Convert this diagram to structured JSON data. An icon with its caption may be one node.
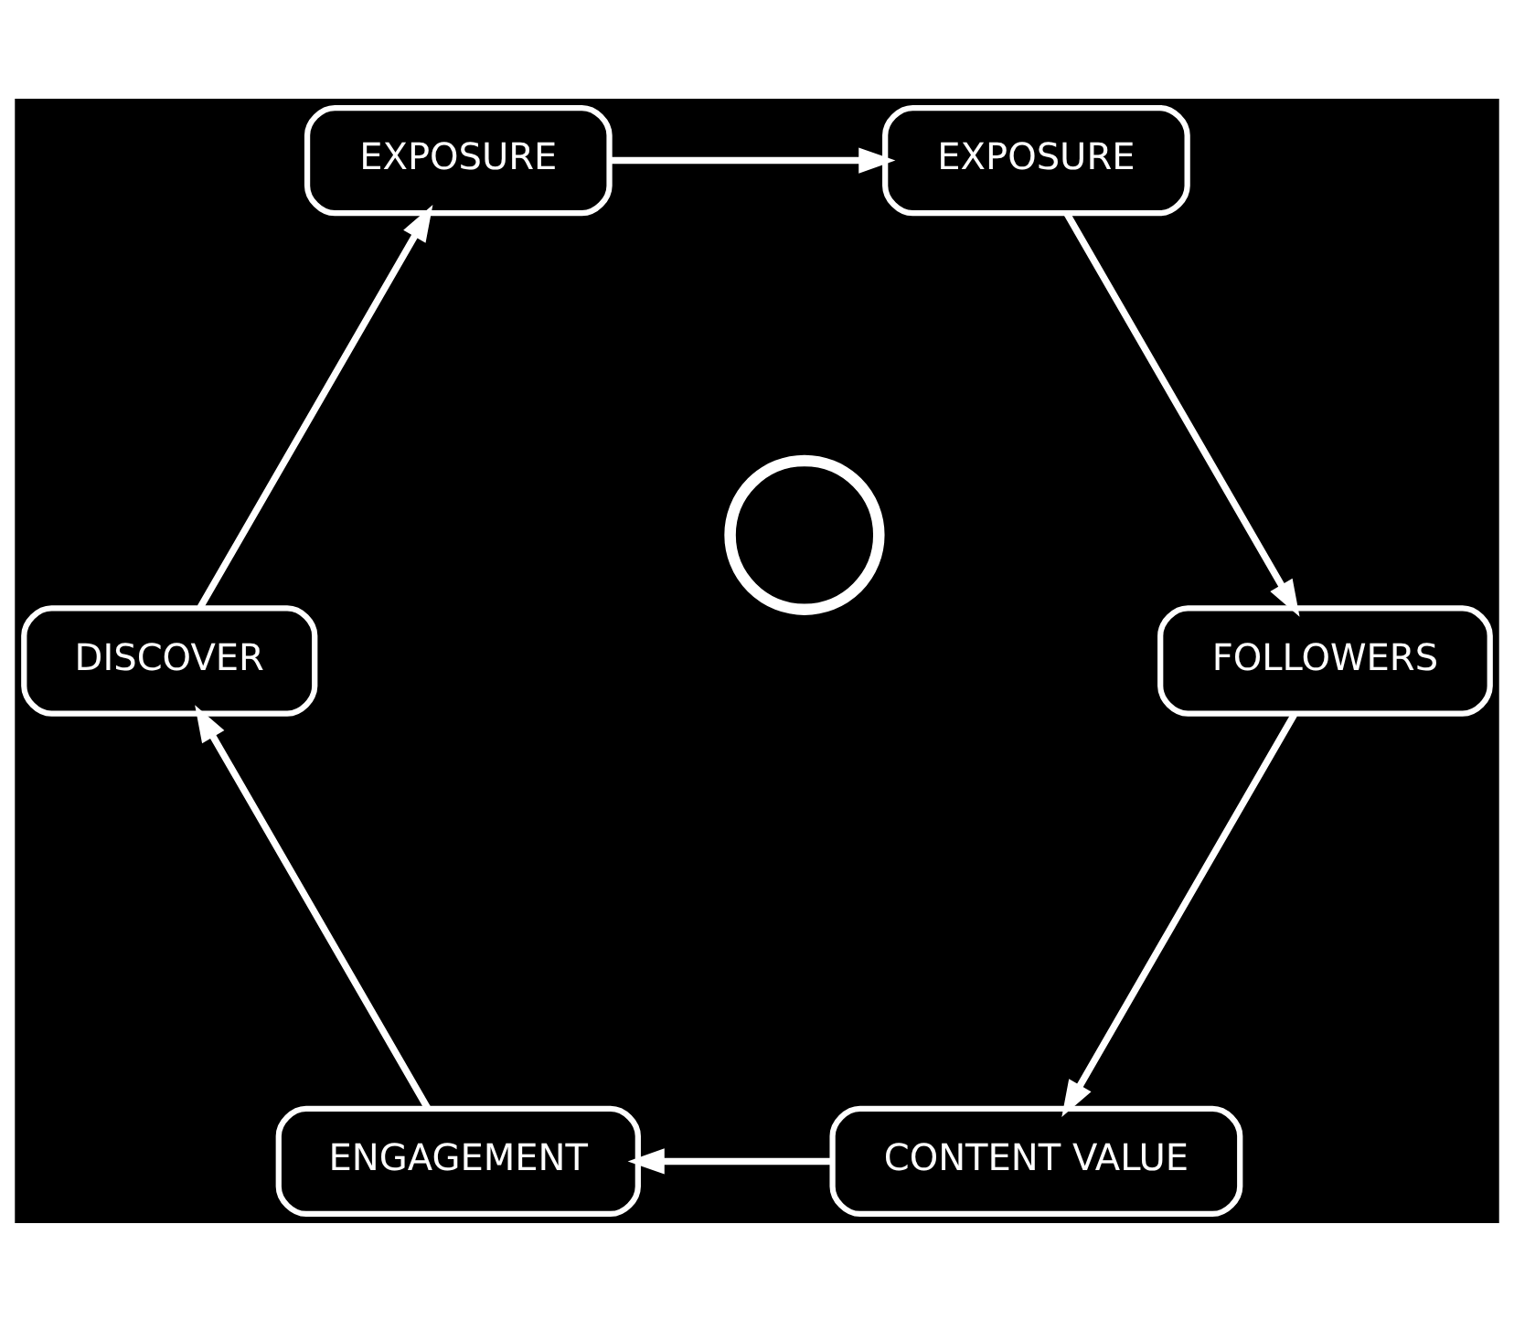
{
  "diagram": {
    "nodes": [
      {
        "text": [
          "CONTENT VALUE"
        ]
      },
      {
        "text": [
          "ENGAGEMENT"
        ]
      },
      {
        "text": [
          "DISCOVER"
        ]
      },
      {
        "text": [
          "EXPOSURE"
        ]
      },
      {
        "text": [
          "EXPOSURE"
        ]
      },
      {
        "text": [
          "FOLLOWERS"
        ]
      },
      {
        "text": [],
        "shape": "circle"
      }
    ],
    "edges": [
      {
        "from": 0,
        "to": 1,
        "arrow": "to"
      },
      {
        "from": 1,
        "to": 2,
        "arrow": "to"
      },
      {
        "from": 2,
        "to": 3,
        "arrow": "to"
      },
      {
        "from": 3,
        "to": 4,
        "arrow": "to"
      },
      {
        "from": 4,
        "to": 5,
        "arrow": "to"
      },
      {
        "from": 5,
        "to": 0,
        "arrow": "to"
      }
    ]
  }
}
